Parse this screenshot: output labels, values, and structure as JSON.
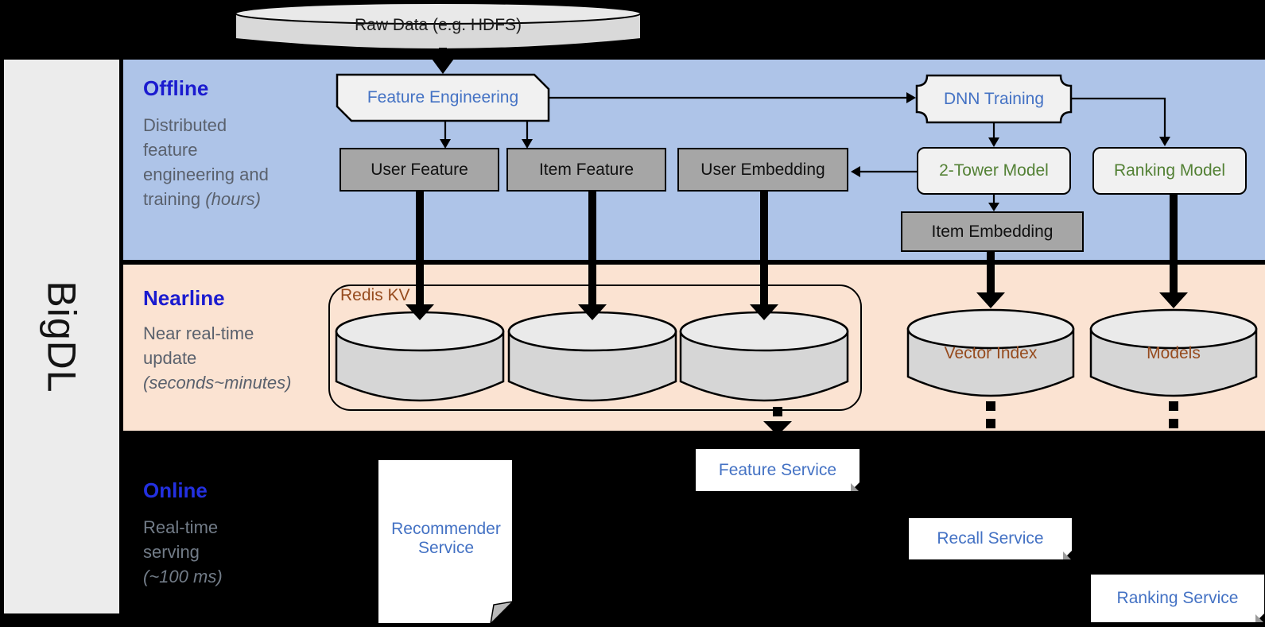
{
  "brand": {
    "label": "BigDL"
  },
  "raw_data": {
    "label": "Raw Data (e.g. HDFS)"
  },
  "bands": {
    "offline": {
      "title": "Offline",
      "sub_lines": [
        "Distributed",
        "feature",
        "engineering and"
      ],
      "sub_last": "training ",
      "sub_italic": "(hours)"
    },
    "nearline": {
      "title": "Nearline",
      "sub_lines": [
        "Near real-time",
        "update"
      ],
      "sub_last": "",
      "sub_italic": "(seconds~minutes)"
    },
    "online": {
      "title": "Online",
      "sub_lines": [
        "Real-time",
        "serving"
      ],
      "sub_last": "",
      "sub_italic": "(~100 ms)"
    }
  },
  "nodes": {
    "feature_engineering": "Feature Engineering",
    "dnn_training": "DNN Training",
    "user_feature": "User Feature",
    "item_feature": "Item Feature",
    "user_embedding": "User Embedding",
    "two_tower_model": "2-Tower Model",
    "ranking_model": "Ranking Model",
    "item_embedding": "Item Embedding",
    "redis_kv": "Redis KV",
    "vector_index": "Vector Index",
    "models": "Models",
    "recommender_service": "Recommender Service",
    "feature_service": "Feature Service",
    "recall_service": "Recall Service",
    "ranking_service": "Ranking Service"
  },
  "colors": {
    "band_offline": "#aec4e8",
    "band_nearline": "#fbe3d2",
    "background": "#000000",
    "process_text_blue": "#4472c4",
    "model_text_green": "#538135",
    "storage_text_brown": "#964b1e",
    "band_title_blue": "#1b1bcf",
    "subtitle_gray": "#5a616d",
    "box_gray": "#a6a6a6",
    "shape_fill": "#f1f1f1",
    "cylinder_fill": "#d6d6d6"
  }
}
